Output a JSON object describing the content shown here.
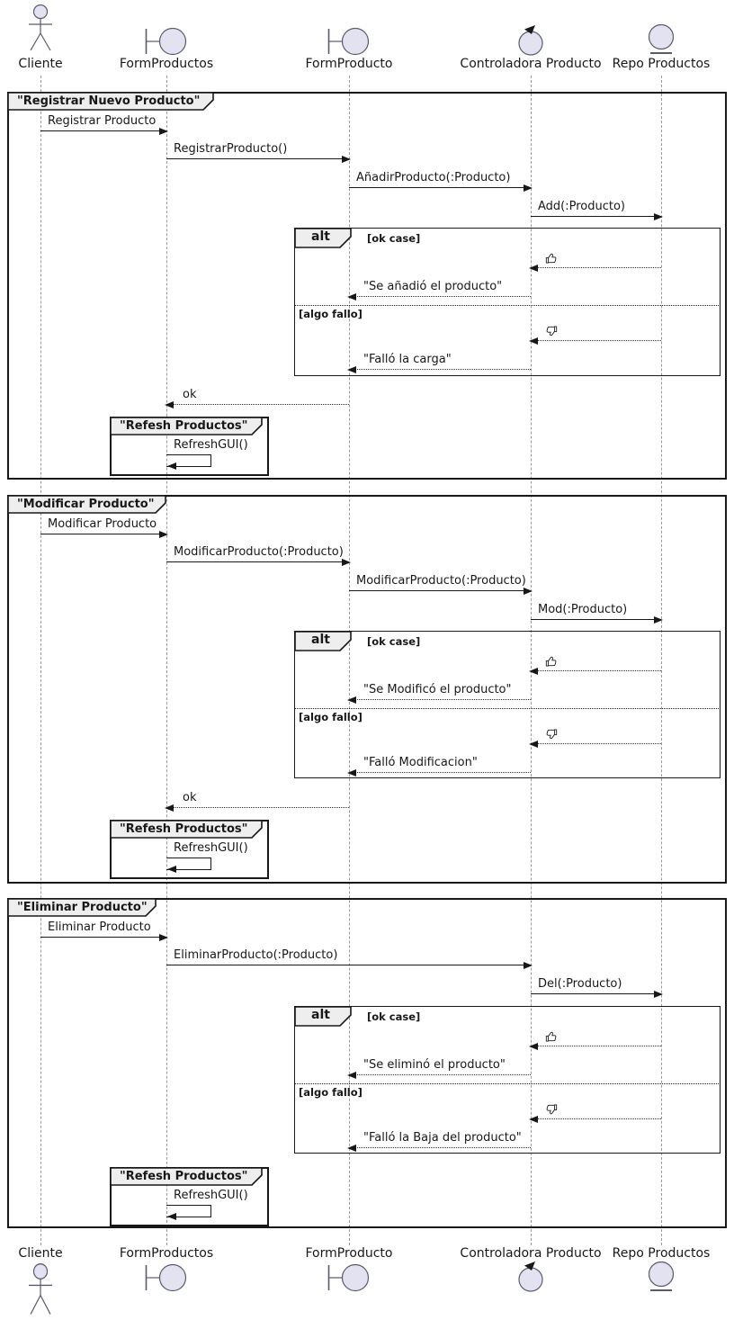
{
  "colors": {
    "participant_fill": "#E2E2F0",
    "line_color": "#181818",
    "lifeline_color": "#9A9A9A",
    "frame_title_bg": "#EEEEEE",
    "background": "#FFFFFF"
  },
  "participants": [
    {
      "name": "Cliente",
      "icon": "actor-icon"
    },
    {
      "name": "FormProductos",
      "icon": "boundary-icon"
    },
    {
      "name": "FormProducto",
      "icon": "boundary-icon"
    },
    {
      "name": "Controladora Producto",
      "icon": "control-icon"
    },
    {
      "name": "Repo Productos",
      "icon": "entity-icon"
    }
  ],
  "groups": [
    {
      "title": "\"Registrar Nuevo Producto\"",
      "messages": {
        "m1": "Registrar Producto",
        "m2": "RegistrarProducto()",
        "m3": "AñadirProducto(:Producto)",
        "m4": "Add(:Producto)",
        "ok": "ok"
      },
      "alt": {
        "op": "alt",
        "guard_ok": "[ok case]",
        "ok_icon": "thumbs-up-icon",
        "ok_text": "\"Se añadió el producto\"",
        "guard_fail": "[algo fallo]",
        "fail_icon": "thumbs-down-icon",
        "fail_text": "\"Falló la carga\""
      },
      "refresh": {
        "title": "\"Refesh Productos\"",
        "message": "RefreshGUI()"
      }
    },
    {
      "title": "\"Modificar Producto\"",
      "messages": {
        "m1": "Modificar Producto",
        "m2": "ModificarProducto(:Producto)",
        "m3": "ModificarProducto(:Producto)",
        "m4": "Mod(:Producto)",
        "ok": "ok"
      },
      "alt": {
        "op": "alt",
        "guard_ok": "[ok case]",
        "ok_icon": "thumbs-up-icon",
        "ok_text": "\"Se Modificó el producto\"",
        "guard_fail": "[algo fallo]",
        "fail_icon": "thumbs-down-icon",
        "fail_text": "\"Falló Modificacion\""
      },
      "refresh": {
        "title": "\"Refesh Productos\"",
        "message": "RefreshGUI()"
      }
    },
    {
      "title": "\"Eliminar Producto\"",
      "messages": {
        "m1": "Eliminar Producto",
        "m2": "EliminarProducto(:Producto)",
        "m3": "Del(:Producto)"
      },
      "alt": {
        "op": "alt",
        "guard_ok": "[ok case]",
        "ok_icon": "thumbs-up-icon",
        "ok_text": "\"Se eliminó el producto\"",
        "guard_fail": "[algo fallo]",
        "fail_icon": "thumbs-down-icon",
        "fail_text": "\"Falló la Baja del producto\""
      },
      "refresh": {
        "title": "\"Refesh Productos\"",
        "message": "RefreshGUI()"
      }
    }
  ]
}
